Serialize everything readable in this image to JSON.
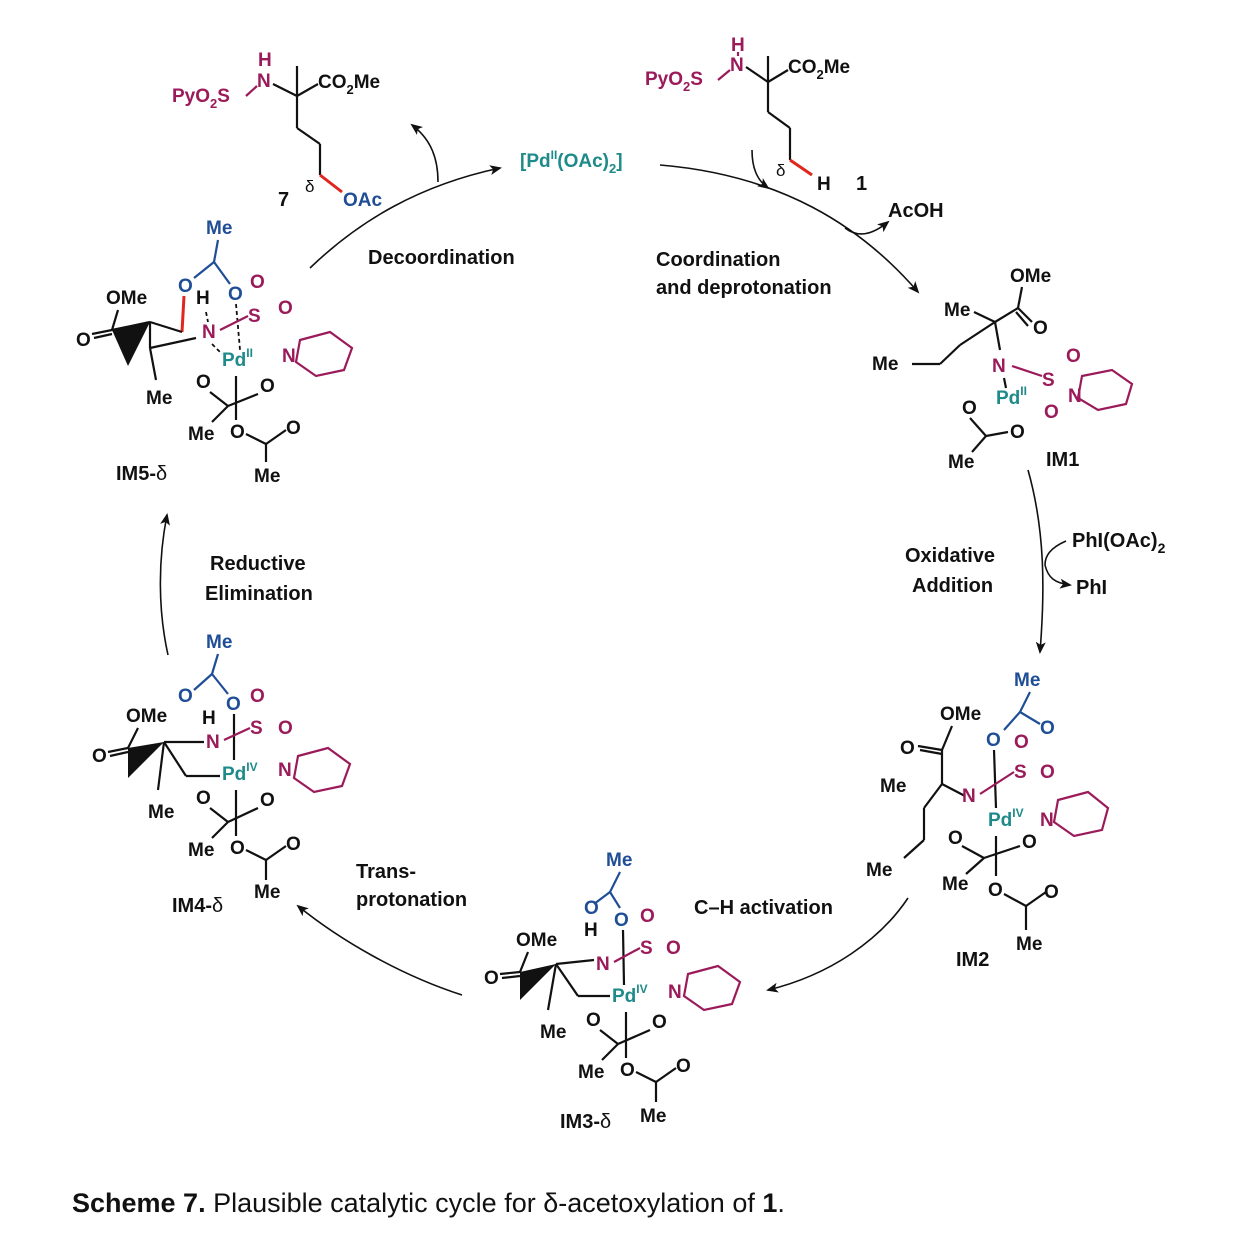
{
  "catalyst": {
    "label": "[Pd",
    "ox": "II",
    "rest": "(OAc)",
    "sub": "2",
    "close": "]"
  },
  "steps": {
    "decoordination": "Decoordination",
    "coordination_1": "Coordination",
    "coordination_2": "and deprotonation",
    "oxidative_1": "Oxidative",
    "oxidative_2": "Addition",
    "ch_activation": "C–H activation",
    "trans_1": "Trans-",
    "trans_2": "protonation",
    "reductive_1": "Reductive",
    "reductive_2": "Elimination"
  },
  "reagents": {
    "acoh": "AcOH",
    "phioac": "PhI(OAc)",
    "phioac_sub": "2",
    "phi": "PhI"
  },
  "compounds": {
    "c1": "1",
    "c7": "7",
    "im1": "IM1",
    "im2": "IM2",
    "im3": "IM3-",
    "im4": "IM4-",
    "im5": "IM5-",
    "delta": "δ"
  },
  "atoms": {
    "pyo2s": "PyO",
    "pyo2s_sub": "2",
    "pyo2s_end": "S",
    "n": "N",
    "h": "H",
    "co2me": "CO",
    "co2me_sub": "2",
    "co2me_end": "Me",
    "oac": "OAc",
    "ome": "OMe",
    "me": "Me",
    "o": "O",
    "s": "S",
    "pd": "Pd",
    "ox_ii": "II",
    "ox_iv": "IV"
  },
  "caption": {
    "bold": "Scheme 7.",
    "text": " Plausible catalytic cycle for δ-acetoxylation of ",
    "num": "1",
    "end": "."
  },
  "colors": {
    "catalyst_teal": "#1f8a8a",
    "sulfonyl_magenta": "#9b1b5a",
    "acetate_blue": "#1f4e96",
    "new_bond_red": "#e0261e"
  }
}
